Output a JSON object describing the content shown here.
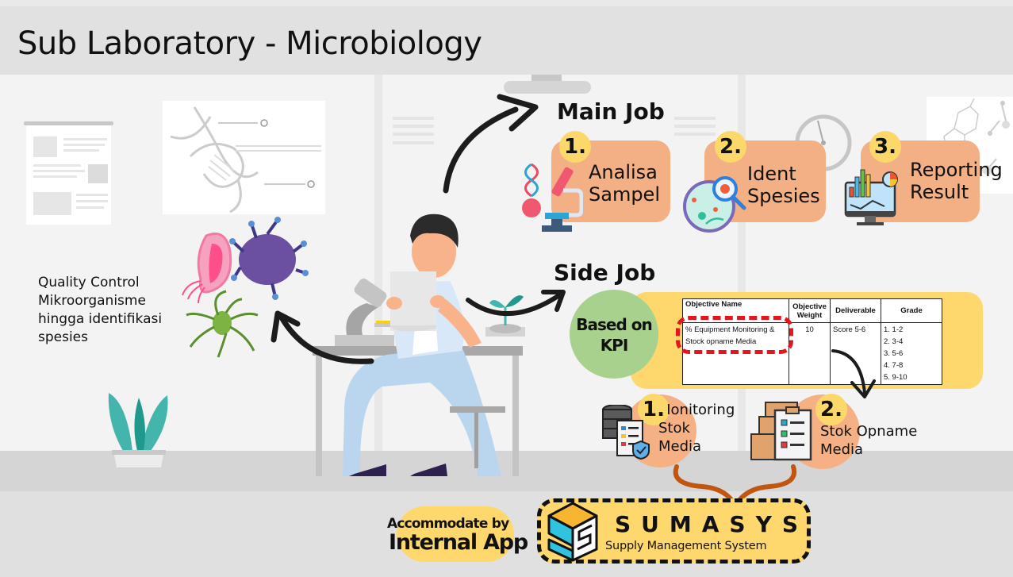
{
  "header": {
    "title": "Sub Laboratory - Microbiology"
  },
  "left": {
    "description_lines": [
      "Quality Control",
      "Mikroorganisme",
      "hingga identifikasi",
      "spesies"
    ]
  },
  "main_job": {
    "heading": "Main Job",
    "items": [
      {
        "number": "1.",
        "line1": "Analisa",
        "line2": "Sampel",
        "icon": "microscope-icon"
      },
      {
        "number": "2.",
        "line1": "Ident",
        "line2": "Spesies",
        "icon": "petri-dish-magnifier-icon"
      },
      {
        "number": "3.",
        "line1": "Reporting",
        "line2": "Result",
        "icon": "report-monitor-icon"
      }
    ]
  },
  "side_job": {
    "heading": "Side Job",
    "kpi_label_line1": "Based on",
    "kpi_label_line2": "KPI",
    "kpi_table": {
      "headers": [
        "Objective Name",
        "Objective Weight",
        "Deliverable",
        "Grade"
      ],
      "row": {
        "objective_name": "% Equipment Monitoring & Stock opname Media",
        "objective_weight": "10",
        "deliverable": "Score 5-6",
        "grades": [
          "1. 1-2",
          "2. 3-4",
          "3. 5-6",
          "4. 7-8",
          "5. 9-10"
        ]
      }
    },
    "items": [
      {
        "number": "1.",
        "line1": "Monitoring",
        "line2": "Stok",
        "line3": "Media",
        "icon": "database-checklist-icon"
      },
      {
        "number": "2.",
        "line1": "Stok Opname",
        "line2": "Media",
        "icon": "boxes-clipboard-icon"
      }
    ]
  },
  "footer": {
    "accommodate_line1": "Accommodate by",
    "accommodate_line2": "Internal App",
    "app_name": "SUMASYS",
    "app_subtitle": "Supply Management System",
    "app_icon": "sumasys-cube-logo"
  },
  "colors": {
    "card_orange": "#f3b084",
    "badge_yellow": "#fcd86b",
    "panel_yellow": "#fed76d",
    "kpi_green": "#a8d18d",
    "highlight_red": "#e8141b",
    "brace_brown": "#c0560f"
  }
}
